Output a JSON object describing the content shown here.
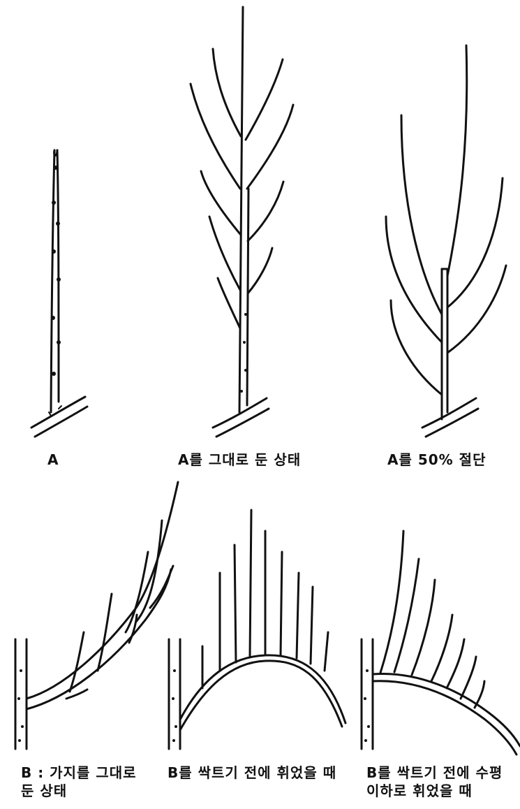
{
  "figure": {
    "panels": [
      {
        "id": "a",
        "caption": "A"
      },
      {
        "id": "a-left",
        "caption": "A를 그대로 둔 상태"
      },
      {
        "id": "a-cut",
        "caption": "A를 50% 절단"
      },
      {
        "id": "b",
        "caption": "B : 가지를 그대로\n둔 상태"
      },
      {
        "id": "b-bent",
        "caption": "B를 싹트기 전에 휘었을 때"
      },
      {
        "id": "b-below",
        "caption": "B를 싹트기 전에 수평\n이하로 휘었을 때"
      }
    ]
  }
}
